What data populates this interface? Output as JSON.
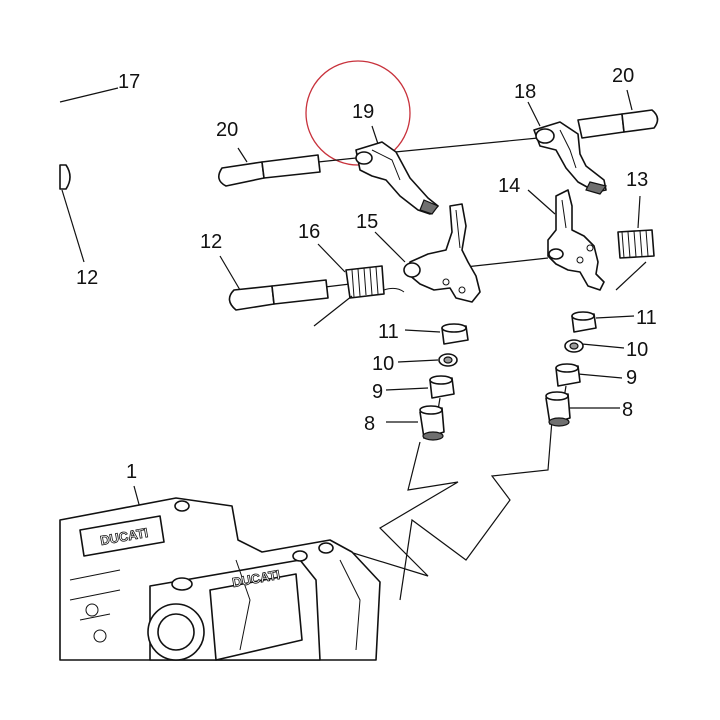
{
  "diagram": {
    "highlight_color": "#c8323c",
    "line_color": "#111111",
    "callouts": [
      {
        "id": "17",
        "text": "17"
      },
      {
        "id": "12a",
        "text": "12"
      },
      {
        "id": "20a",
        "text": "20"
      },
      {
        "id": "19",
        "text": "19"
      },
      {
        "id": "18",
        "text": "18"
      },
      {
        "id": "20b",
        "text": "20"
      },
      {
        "id": "14",
        "text": "14"
      },
      {
        "id": "13",
        "text": "13"
      },
      {
        "id": "12b",
        "text": "12"
      },
      {
        "id": "16",
        "text": "16"
      },
      {
        "id": "15",
        "text": "15"
      },
      {
        "id": "11a",
        "text": "11"
      },
      {
        "id": "10a",
        "text": "10"
      },
      {
        "id": "9a",
        "text": "9"
      },
      {
        "id": "8a",
        "text": "8"
      },
      {
        "id": "11b",
        "text": "11"
      },
      {
        "id": "10b",
        "text": "10"
      },
      {
        "id": "9b",
        "text": "9"
      },
      {
        "id": "8b",
        "text": "8"
      },
      {
        "id": "1",
        "text": "1"
      }
    ],
    "logo_text": "DUCATI"
  }
}
